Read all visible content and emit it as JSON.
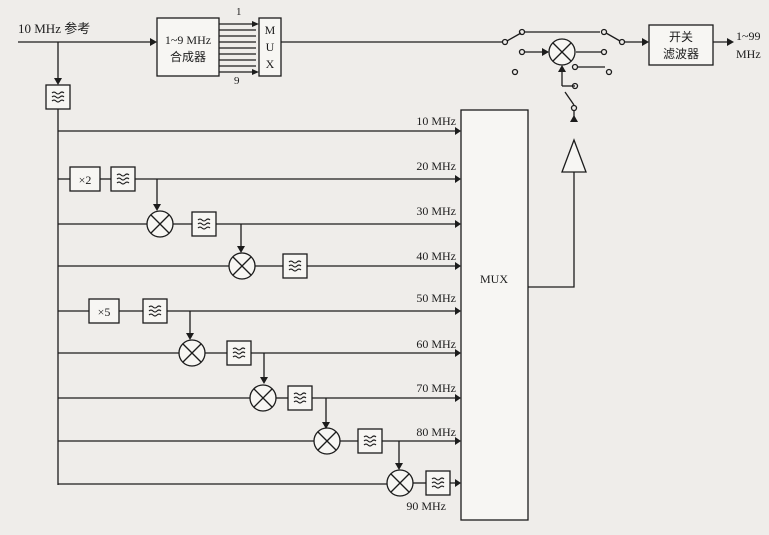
{
  "input_label": "10 MHz 参考",
  "synth_line1": "1~9 MHz",
  "synth_line2": "合成器",
  "synth_tap_first": "1",
  "synth_tap_last": "9",
  "mux_small": [
    "M",
    "U",
    "X"
  ],
  "mux_big": "MUX",
  "filter_line1": "开关",
  "filter_line2": "滤波器",
  "output_line1": "1~99",
  "output_line2": "MHz",
  "mult_x2": "×2",
  "mult_x5": "×5",
  "freqs": [
    "10 MHz",
    "20 MHz",
    "30 MHz",
    "40 MHz",
    "50 MHz",
    "60 MHz",
    "70 MHz",
    "80 MHz",
    "90 MHz"
  ]
}
